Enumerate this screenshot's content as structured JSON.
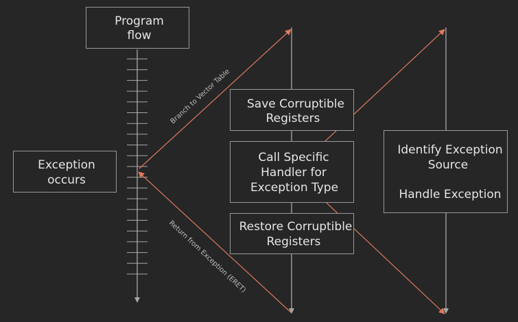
{
  "program_flow": {
    "line1": "Program",
    "line2": "flow"
  },
  "exception_occurs": {
    "line1": "Exception",
    "line2": "occurs"
  },
  "save_registers": {
    "line1": "Save Corruptible",
    "line2": "Registers"
  },
  "call_handler": {
    "line1": "Call Specific",
    "line2": "Handler for",
    "line3": "Exception Type"
  },
  "restore_registers": {
    "line1": "Restore Corruptible",
    "line2": "Registers"
  },
  "identify_source": {
    "line1": "Identify Exception",
    "line2": "Source",
    "line3": "Handle Exception"
  },
  "edges": {
    "branch_label": "Branch to Vector Table",
    "return_label": "Return from Exception (ERET)"
  },
  "colors": {
    "background": "#262626",
    "box_stroke": "#9a9a9a",
    "timeline": "#a8a8a8",
    "arrow": "#e07a5f",
    "text": "#e6e6e6"
  }
}
